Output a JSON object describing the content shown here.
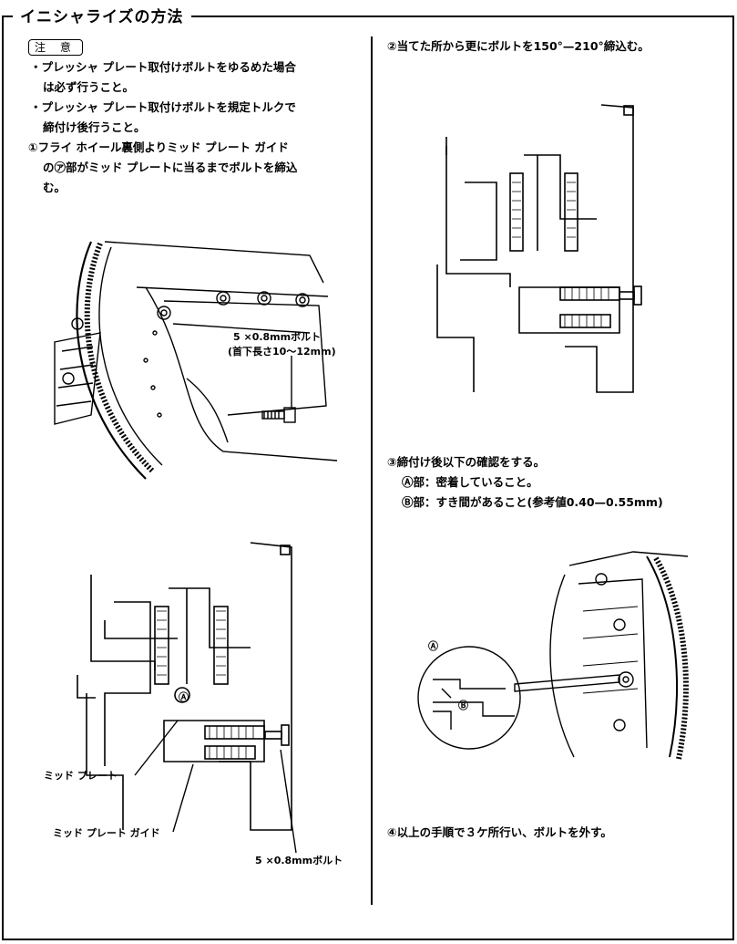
{
  "header": {
    "title": "イニシャライズの方法"
  },
  "caution": {
    "label": "注 意",
    "bullets": [
      "・プレッシャ プレート取付けボルトをゆるめた場合",
      "は必ず行うこと。",
      "・プレッシャ プレート取付けボルトを規定トルクで",
      "締付け後行うこと。"
    ]
  },
  "step1": {
    "lines": [
      "①フライ ホイール裏側よりミッド プレート ガイド",
      "の㋐部がミッド プレートに当るまでボルトを締込",
      "む。"
    ]
  },
  "figure1": {
    "bolt_label": "5 ×0.8mmボルト",
    "bolt_sub": "(首下長さ10〜12mm)"
  },
  "figure2": {
    "mid_plate": "ミッド プレート",
    "mid_plate_guide": "ミッド プレート ガイド",
    "bolt": "5 ×0.8mmボルト",
    "marker_a": "Ⓐ"
  },
  "step2": {
    "text": "②当てた所から更にボルトを150°—210°締込む。"
  },
  "step3": {
    "text": "③締付け後以下の確認をする。",
    "check_a": "Ⓐ部：密着していること。",
    "check_b": "Ⓑ部：すき間があること(参考値0.40—0.55mm)"
  },
  "figure4": {
    "marker_a": "Ⓐ",
    "marker_b": "Ⓑ"
  },
  "step4": {
    "text": "④以上の手順で３ケ所行い、ボルトを外す。"
  }
}
